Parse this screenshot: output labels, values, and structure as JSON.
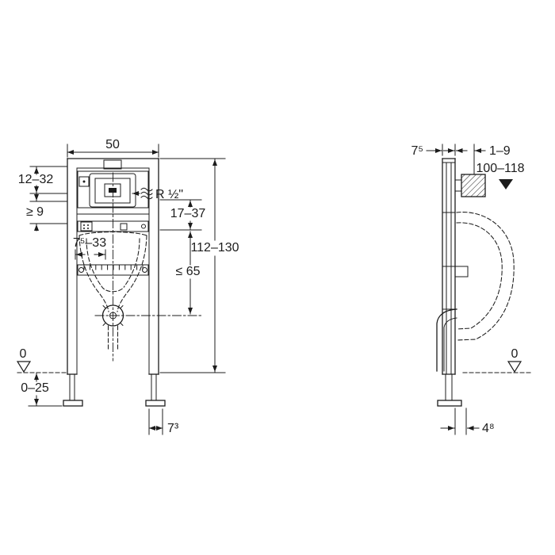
{
  "colors": {
    "line": "#1c1c1c",
    "background": "#ffffff"
  },
  "front_view": {
    "dims": {
      "width": "50",
      "top_range": "12–32",
      "min_gap": "≥ 9",
      "supply": "R ½\"",
      "flush_height": "17–37",
      "frame_height": "112–130",
      "inner_range": "7⁵–33",
      "drain_max": "≤ 65",
      "level": "0",
      "foot_adjust": "0–25",
      "foot_depth": "7³"
    }
  },
  "side_view": {
    "dims": {
      "profile_depth": "7⁵",
      "wall_gap": "1–9",
      "supply_height": "100–118",
      "level": "0",
      "front_offset": "4⁸"
    }
  }
}
